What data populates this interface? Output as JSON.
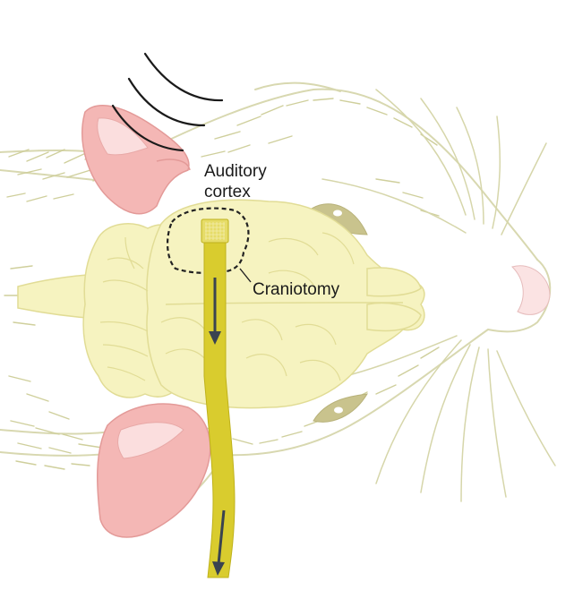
{
  "labels": {
    "auditory_cortex_line1": "Auditory",
    "auditory_cortex_line2": "cortex",
    "craniotomy": "Craniotomy"
  },
  "colors": {
    "outline": "#d8d8b0",
    "fur_stroke": "#cfcf9c",
    "brain_fill": "#f6f3c0",
    "brain_stroke": "#e1dc95",
    "ear_fill": "#f4b7b5",
    "ear_inner": "#fbdede",
    "ear_stroke": "#e39a98",
    "eye_fill": "#c9c38d",
    "nose_fill": "#fbe3e3",
    "probe_fill": "#d9cc2e",
    "probe_stroke": "#bfb21c",
    "arrow": "#3a4350",
    "dash": "#222222",
    "sound_wave": "#1a1a1a",
    "text": "#1a1a1a"
  }
}
